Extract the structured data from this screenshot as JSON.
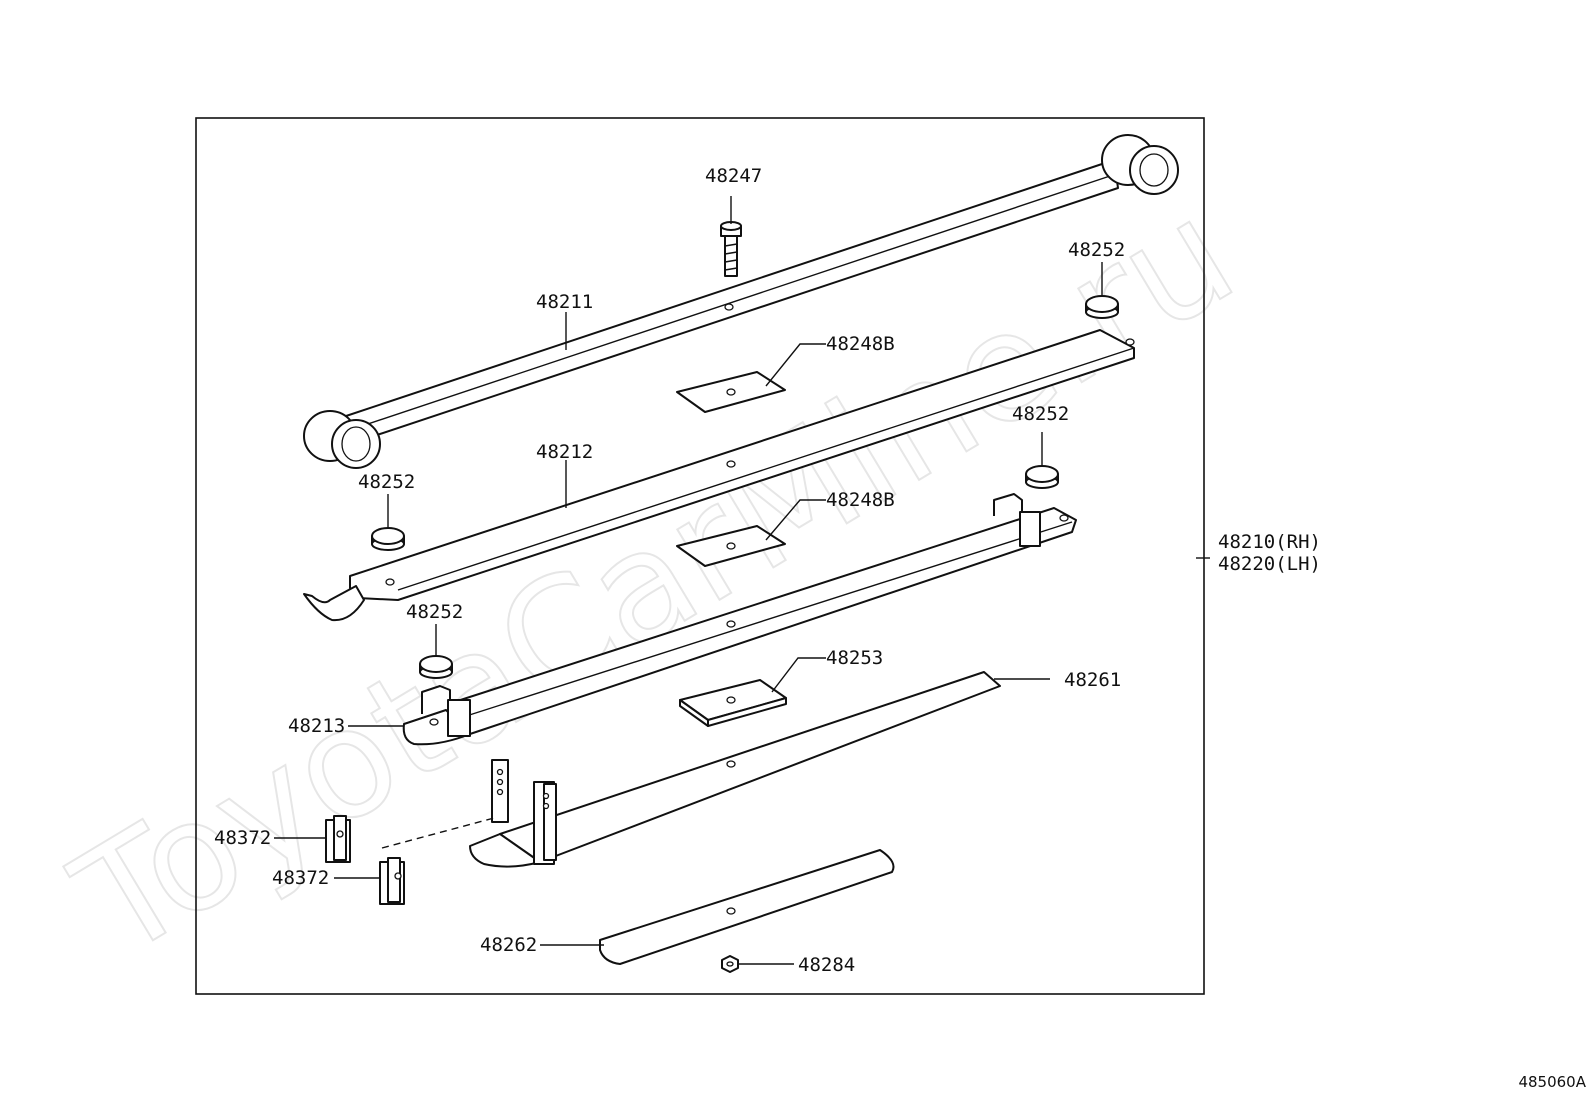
{
  "watermark": "ToyotaCarMine.ru",
  "diagram_code": "485060A",
  "labels": {
    "p48247": "48247",
    "p48211": "48211",
    "p48252a": "48252",
    "p48248b_a": "48248B",
    "p48252b": "48252",
    "p48212": "48212",
    "p48252c": "48252",
    "p48248b_b": "48248B",
    "p48210": "48210(RH)",
    "p48220": "48220(LH)",
    "p48252d": "48252",
    "p48253": "48253",
    "p48261": "48261",
    "p48213": "48213",
    "p48372a": "48372",
    "p48372b": "48372",
    "p48262": "48262",
    "p48284": "48284"
  }
}
